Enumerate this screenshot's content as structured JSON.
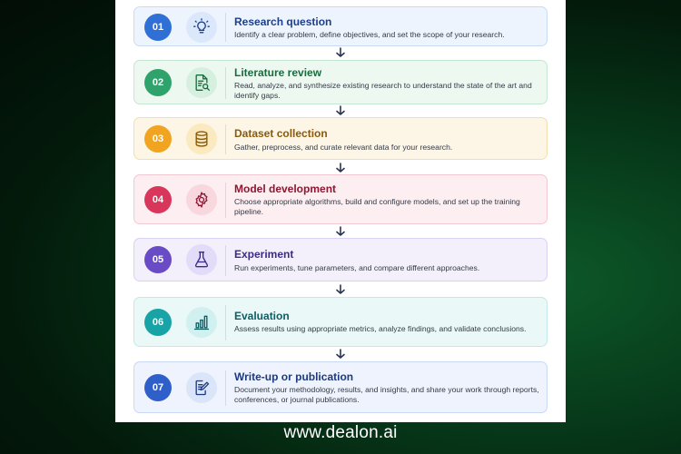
{
  "steps": [
    {
      "num": "01",
      "title": "Research question",
      "desc": "Identify a clear problem, define objectives, and set the scope of your research.",
      "icon": "lightbulb-icon",
      "color": "#2f6fd6",
      "bg": "#eef4fd",
      "border": "#c9dbf4",
      "title_color": "#1c3f8a",
      "icon_bg": "#dbe8fb"
    },
    {
      "num": "02",
      "title": "Literature review",
      "desc": "Read, analyze, and synthesize existing research to understand the state of the art and identify gaps.",
      "icon": "document-search-icon",
      "color": "#2fa36b",
      "bg": "#edf8f1",
      "border": "#c5e7d2",
      "title_color": "#1b6a3f",
      "icon_bg": "#d6f0e0"
    },
    {
      "num": "03",
      "title": "Dataset collection",
      "desc": "Gather, preprocess, and curate relevant data for your research.",
      "icon": "database-icon",
      "color": "#f0a420",
      "bg": "#fdf6e7",
      "border": "#f3dfad",
      "title_color": "#8a5a0a",
      "icon_bg": "#fbe9bf"
    },
    {
      "num": "04",
      "title": "Model development",
      "desc": "Choose appropriate algorithms, build and configure models, and set up the training pipeline.",
      "icon": "gear-icon",
      "color": "#d8365a",
      "bg": "#fdeef1",
      "border": "#f3c8d1",
      "title_color": "#8d1730",
      "icon_bg": "#f9d7df"
    },
    {
      "num": "05",
      "title": "Experiment",
      "desc": "Run experiments, tune parameters, and compare different approaches.",
      "icon": "flask-icon",
      "color": "#6a4bc6",
      "bg": "#f3f0fc",
      "border": "#d9d0f3",
      "title_color": "#3d2a86",
      "icon_bg": "#e3dcf8"
    },
    {
      "num": "06",
      "title": "Evaluation",
      "desc": "Assess results using appropriate metrics, analyze findings, and validate conclusions.",
      "icon": "bar-chart-icon",
      "color": "#18a3a6",
      "bg": "#eaf8f8",
      "border": "#c2e8e8",
      "title_color": "#0f5d61",
      "icon_bg": "#d1f0f0"
    },
    {
      "num": "07",
      "title": "Write-up or publication",
      "desc": "Document your methodology, results, and insights, and share your work through reports, conferences, or journal publications.",
      "icon": "document-edit-icon",
      "color": "#2f5fc8",
      "bg": "#eef3fd",
      "border": "#c9d8f4",
      "title_color": "#1c3a80",
      "icon_bg": "#dbe5fa"
    }
  ],
  "arrow_color": "#2b3550",
  "footer": {
    "text": "www.dealon.ai"
  }
}
